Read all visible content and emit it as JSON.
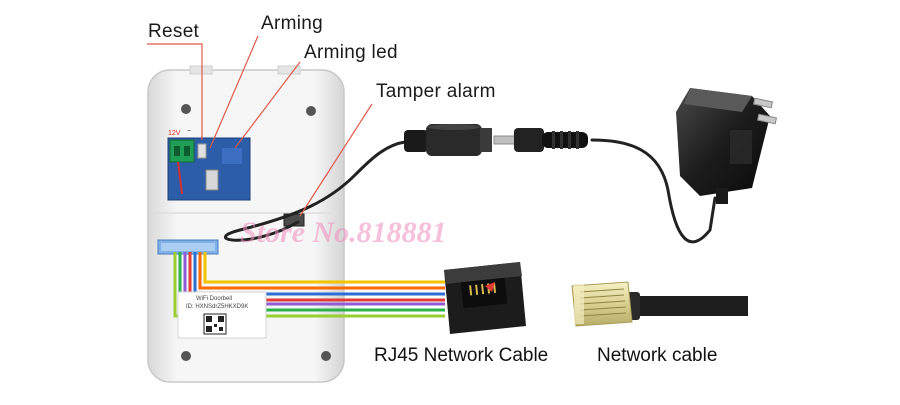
{
  "callouts": {
    "reset": "Reset",
    "arming": "Arming",
    "arming_led": "Arming led",
    "tamper_alarm": "Tamper alarm"
  },
  "captions": {
    "rj45": "RJ45 Network Cable",
    "network_cable": "Network cable"
  },
  "pcb_label": "12V",
  "pcb_minus": "−",
  "sticker_line1": "WiFi Doorbell",
  "sticker_line2": "ID:  HXNSdrZ5HKXD9K",
  "watermark": "Store No.818881",
  "colors": {
    "callout_line": "#e05a4a",
    "device_body": "#f2f2f2",
    "pcb": "#2b5da8",
    "cable": "#222222",
    "wire_colors": [
      "#f4c300",
      "#ff6a00",
      "#2a6fd1",
      "#e53935",
      "#8e5bd6",
      "#29b34a",
      "#9acd32"
    ]
  },
  "icons": [
    "power-adapter-icon",
    "dc-jack-icon",
    "rj45-jack-icon",
    "rj45-plug-icon",
    "qr-code-icon"
  ]
}
